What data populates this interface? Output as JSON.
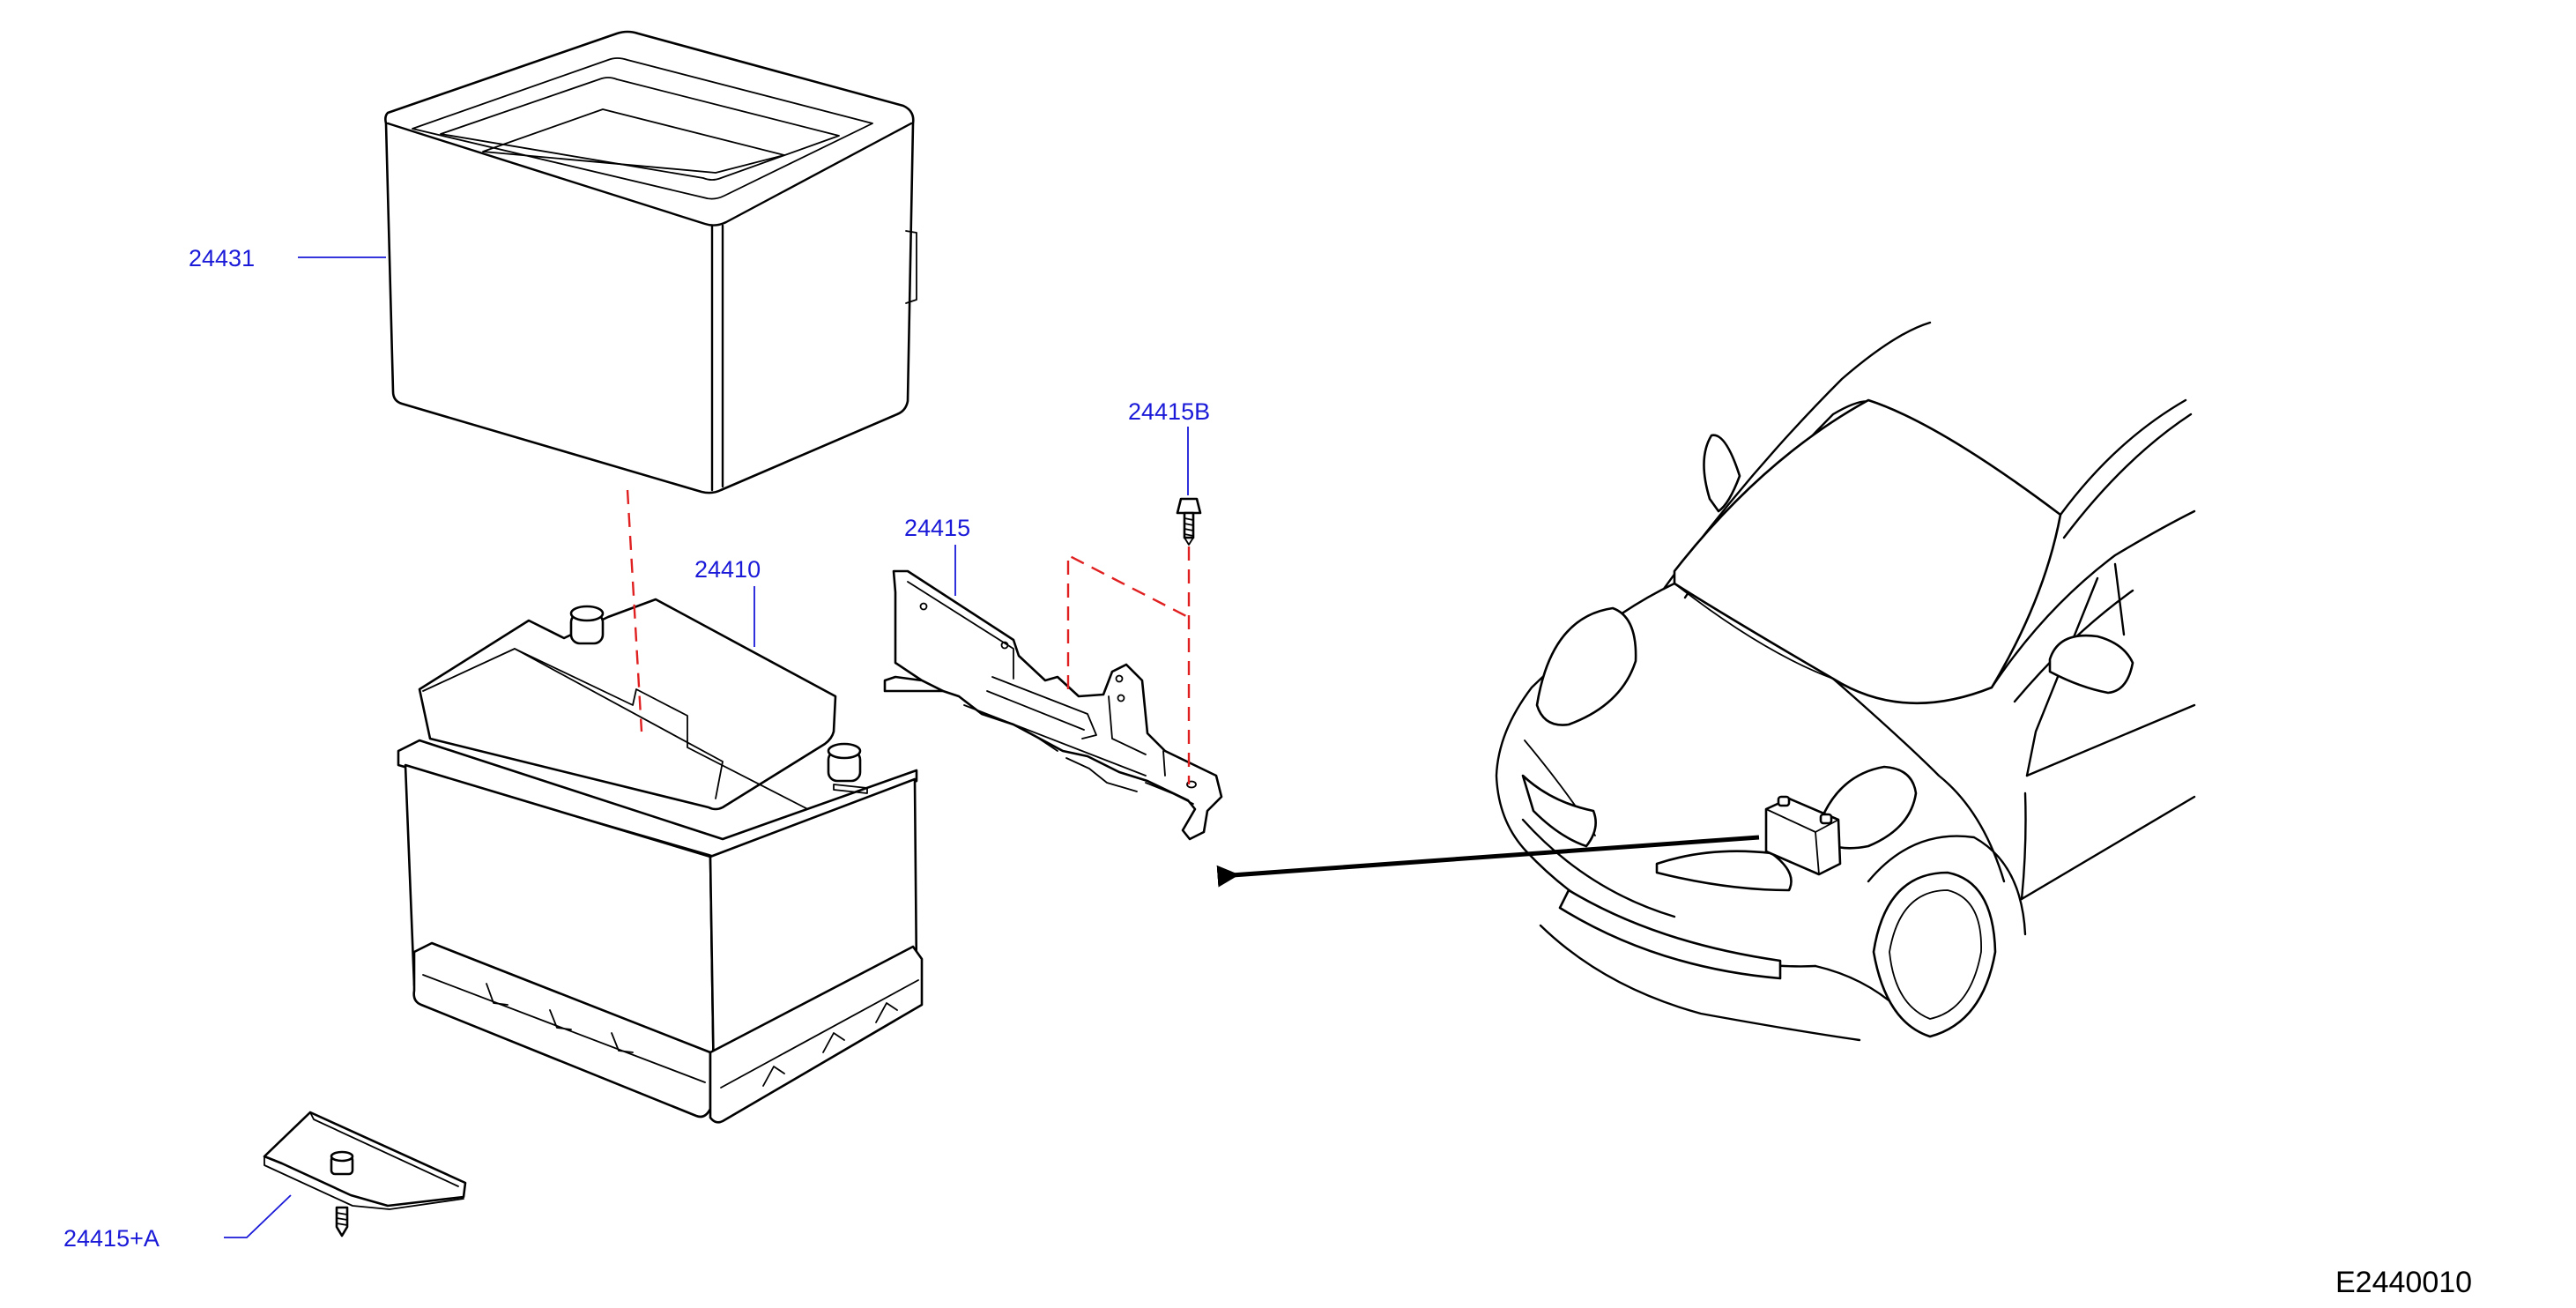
{
  "parts": {
    "cover": "24431",
    "battery": "24410",
    "bracket": "24415",
    "bolt": "24415B",
    "clamp": "24415+A"
  },
  "illustration_code": "E2440010",
  "colors": {
    "part_label": "#1a1ad8",
    "dashed_guide": "#e02020",
    "outline": "#000000"
  }
}
